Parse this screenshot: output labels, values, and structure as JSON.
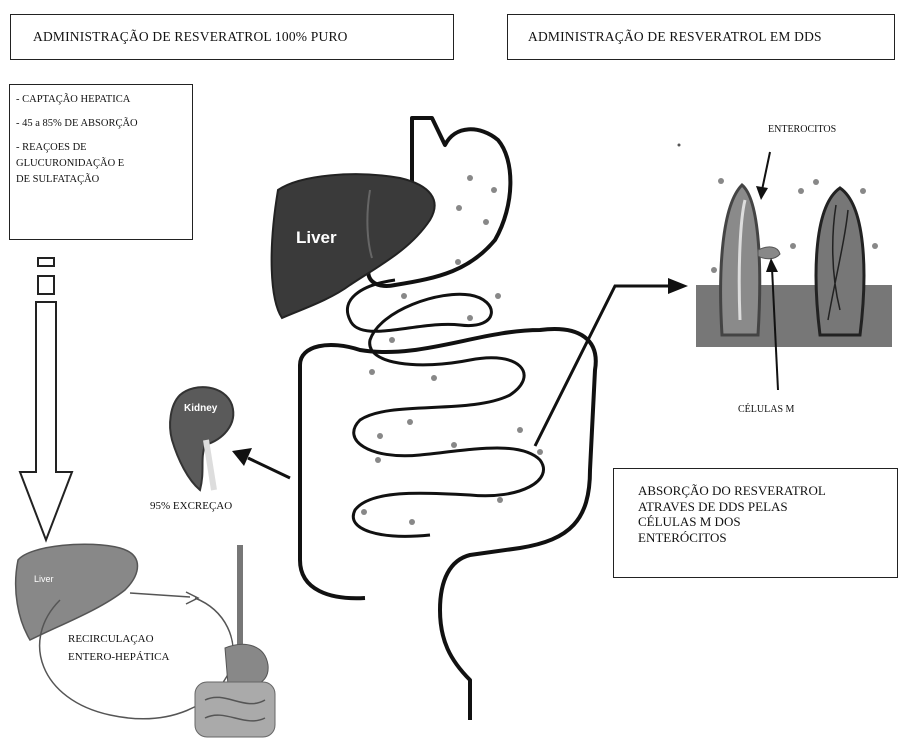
{
  "header_left": "ADMINISTRAÇÃO DE RESVERATROL 100% PURO",
  "header_right": "ADMINISTRAÇÃO DE RESVERATROL EM DDS",
  "info_box": {
    "items": [
      "- CAPTAÇÃO HEPATICA",
      "- 45 a 85% DE ABSORÇÃO",
      "- REAÇOES DE",
      "GLUCURONIDAÇÃO E",
      "DE SULFATAÇÃO"
    ]
  },
  "organ_labels": {
    "liver_main": "Liver",
    "kidney": "Kidney",
    "liver_small": "Liver"
  },
  "excretion": "95% EXCREÇAO",
  "recirculation": [
    "RECIRCULAÇAO",
    "ENTERO-HEPÁTICA"
  ],
  "enterocitos": "ENTEROCITOS",
  "celulas_m": "CÉLULAS M",
  "absorption_box": [
    "ABSORÇÃO DO RESVERATROL",
    "ATRAVES DE DDS PELAS",
    "CÉLULAS M DOS",
    "ENTERÓCITOS"
  ]
}
